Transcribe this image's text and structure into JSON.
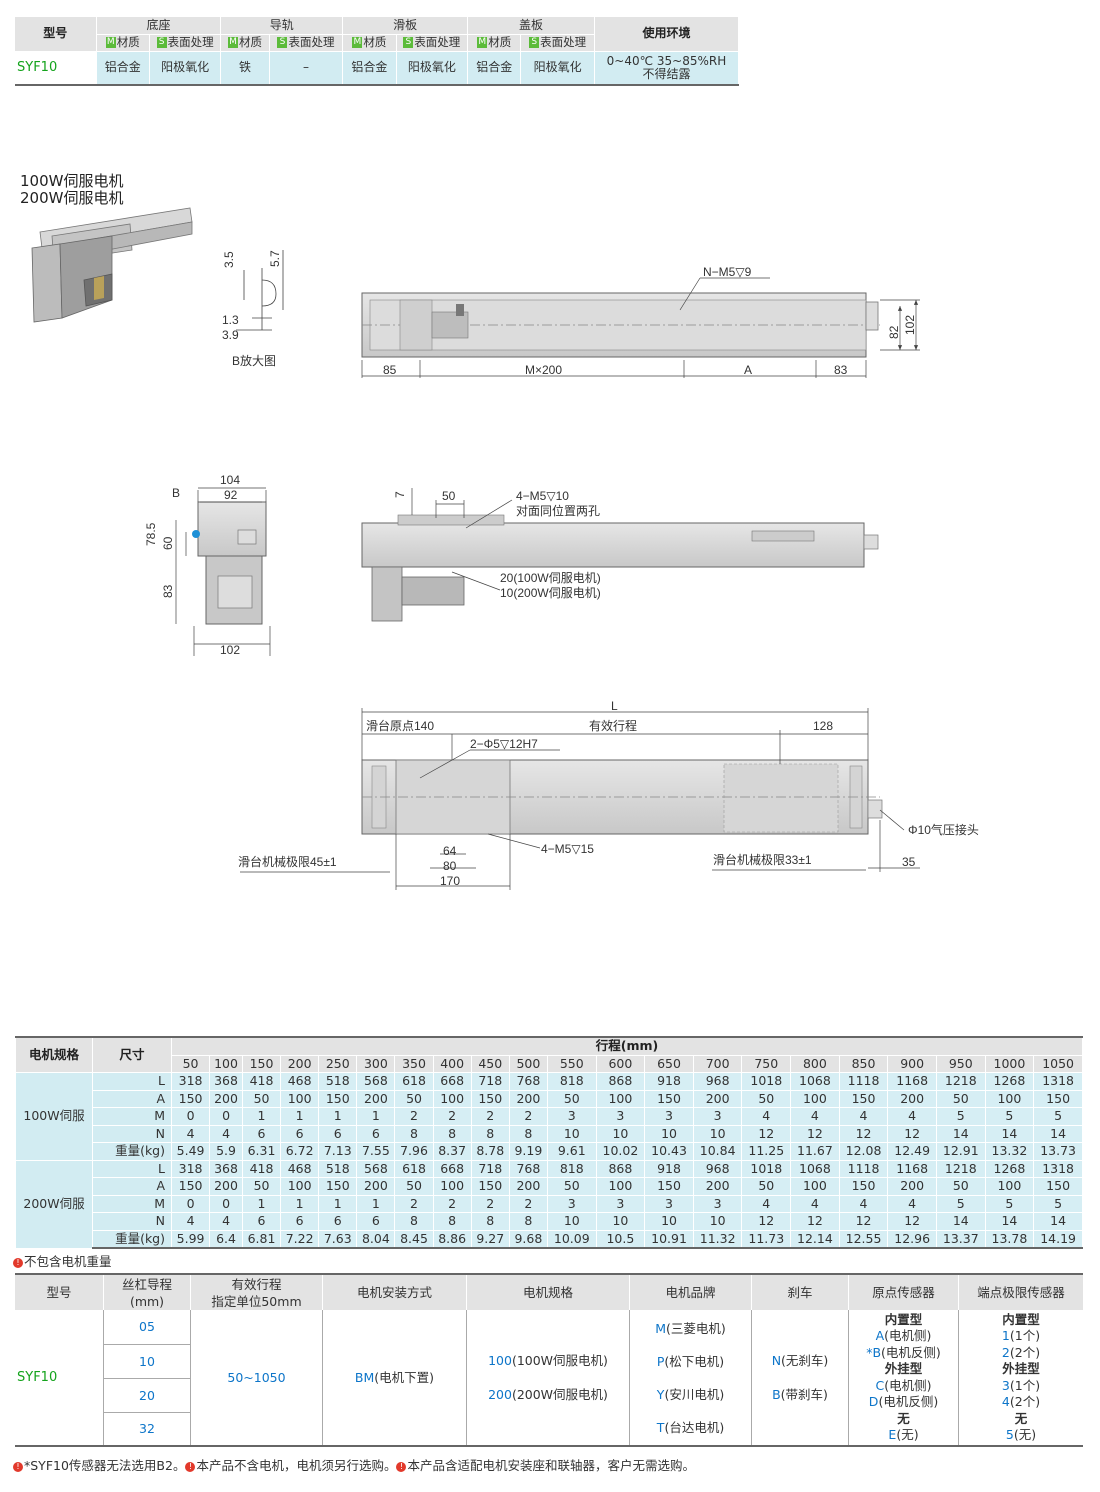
{
  "spec_table": {
    "h_model": "型号",
    "h_base": "底座",
    "h_rail": "导轨",
    "h_slider": "滑板",
    "h_cover": "盖板",
    "h_env": "使用环境",
    "tag_m": "M",
    "tag_s": "S",
    "sub_material": "材质",
    "sub_surface": "表面处理",
    "model": "SYF10",
    "base_material": "铝合金",
    "base_surface": "阳极氧化",
    "rail_material": "铁",
    "rail_surface": "–",
    "slider_material": "铝合金",
    "slider_surface": "阳极氧化",
    "cover_material": "铝合金",
    "cover_surface": "阳极氧化",
    "env_line1": "0~40℃  35~85%RH",
    "env_line2": "不得结露"
  },
  "drawing": {
    "motor_100": "100W伺服电机",
    "motor_200": "200W伺服电机",
    "b_zoom": "B放大图",
    "d_35": "3.5",
    "d_57": "5.7",
    "d_13": "1.3",
    "d_39": "3.9",
    "n_m5": "N−M5▽9",
    "d_82": "82",
    "d_102v": "102",
    "d_85": "85",
    "d_mx200": "M×200",
    "d_a": "A",
    "d_83": "83",
    "d_104": "104",
    "d_92": "92",
    "d_b": "B",
    "d_785": "78.5",
    "d_60": "60",
    "d_83v": "83",
    "d_102": "102",
    "d_7": "7",
    "d_50": "50",
    "m5_10": "4−M5▽10",
    "m5_10_note": "对面同位置两孔",
    "d_20": "20(100W伺服电机)",
    "d_10": "10(200W伺服电机)",
    "d_L": "L",
    "origin_140": "滑台原点140",
    "eff_stroke": "有效行程",
    "d_128": "128",
    "phi5": "2−Φ5▽12H7",
    "m5_15": "4−M5▽15",
    "d_64": "64",
    "d_80": "80",
    "d_170": "170",
    "limit_45": "滑台机械极限45±1",
    "limit_33": "滑台机械极限33±1",
    "d_35h": "35",
    "phi10": "Φ10气压接头"
  },
  "dim_table": {
    "h_motor": "电机规格",
    "h_size": "尺寸",
    "h_stroke": "行程(mm)",
    "strokes": [
      "50",
      "100",
      "150",
      "200",
      "250",
      "300",
      "350",
      "400",
      "450",
      "500",
      "550",
      "600",
      "650",
      "700",
      "750",
      "800",
      "850",
      "900",
      "950",
      "1000",
      "1050"
    ],
    "groups": [
      {
        "name": "100W伺服",
        "rows": [
          {
            "label": "L",
            "values": [
              "318",
              "368",
              "418",
              "468",
              "518",
              "568",
              "618",
              "668",
              "718",
              "768",
              "818",
              "868",
              "918",
              "968",
              "1018",
              "1068",
              "1118",
              "1168",
              "1218",
              "1268",
              "1318"
            ]
          },
          {
            "label": "A",
            "values": [
              "150",
              "200",
              "50",
              "100",
              "150",
              "200",
              "50",
              "100",
              "150",
              "200",
              "50",
              "100",
              "150",
              "200",
              "50",
              "100",
              "150",
              "200",
              "50",
              "100",
              "150"
            ]
          },
          {
            "label": "M",
            "values": [
              "0",
              "0",
              "1",
              "1",
              "1",
              "1",
              "2",
              "2",
              "2",
              "2",
              "3",
              "3",
              "3",
              "3",
              "4",
              "4",
              "4",
              "4",
              "5",
              "5",
              "5"
            ]
          },
          {
            "label": "N",
            "values": [
              "4",
              "4",
              "6",
              "6",
              "6",
              "6",
              "8",
              "8",
              "8",
              "8",
              "10",
              "10",
              "10",
              "10",
              "12",
              "12",
              "12",
              "12",
              "14",
              "14",
              "14"
            ]
          },
          {
            "label": "重量(kg)",
            "values": [
              "5.49",
              "5.9",
              "6.31",
              "6.72",
              "7.13",
              "7.55",
              "7.96",
              "8.37",
              "8.78",
              "9.19",
              "9.61",
              "10.02",
              "10.43",
              "10.84",
              "11.25",
              "11.67",
              "12.08",
              "12.49",
              "12.91",
              "13.32",
              "13.73"
            ]
          }
        ]
      },
      {
        "name": "200W伺服",
        "rows": [
          {
            "label": "L",
            "values": [
              "318",
              "368",
              "418",
              "468",
              "518",
              "568",
              "618",
              "668",
              "718",
              "768",
              "818",
              "868",
              "918",
              "968",
              "1018",
              "1068",
              "1118",
              "1168",
              "1218",
              "1268",
              "1318"
            ]
          },
          {
            "label": "A",
            "values": [
              "150",
              "200",
              "50",
              "100",
              "150",
              "200",
              "50",
              "100",
              "150",
              "200",
              "50",
              "100",
              "150",
              "200",
              "50",
              "100",
              "150",
              "200",
              "50",
              "100",
              "150"
            ]
          },
          {
            "label": "M",
            "values": [
              "0",
              "0",
              "1",
              "1",
              "1",
              "1",
              "2",
              "2",
              "2",
              "2",
              "3",
              "3",
              "3",
              "3",
              "4",
              "4",
              "4",
              "4",
              "5",
              "5",
              "5"
            ]
          },
          {
            "label": "N",
            "values": [
              "4",
              "4",
              "6",
              "6",
              "6",
              "6",
              "8",
              "8",
              "8",
              "8",
              "10",
              "10",
              "10",
              "10",
              "12",
              "12",
              "12",
              "12",
              "14",
              "14",
              "14"
            ]
          },
          {
            "label": "重量(kg)",
            "values": [
              "5.99",
              "6.4",
              "6.81",
              "7.22",
              "7.63",
              "8.04",
              "8.45",
              "8.86",
              "9.27",
              "9.68",
              "10.09",
              "10.5",
              "10.91",
              "11.32",
              "11.73",
              "12.14",
              "12.55",
              "12.96",
              "13.37",
              "13.78",
              "14.19"
            ]
          }
        ]
      }
    ],
    "note": "不包含电机重量"
  },
  "order_table": {
    "h_model": "型号",
    "h_lead": "丝杠导程",
    "h_lead_unit": "(mm)",
    "h_stroke": "有效行程",
    "h_stroke_unit": "指定单位50mm",
    "h_mount": "电机安装方式",
    "h_spec": "电机规格",
    "h_brand": "电机品牌",
    "h_brake": "刹车",
    "h_origin": "原点传感器",
    "h_limit": "端点极限传感器",
    "model": "SYF10",
    "leads": [
      "05",
      "10",
      "20",
      "32"
    ],
    "stroke": "50~1050",
    "mount_code": "BM",
    "mount_text": "(电机下置)",
    "spec": [
      {
        "code": "100",
        "text": "(100W伺服电机)"
      },
      {
        "code": "200",
        "text": "(200W伺服电机)"
      }
    ],
    "brands": [
      {
        "code": "M",
        "text": "(三菱电机)"
      },
      {
        "code": "P",
        "text": "(松下电机)"
      },
      {
        "code": "Y",
        "text": "(安川电机)"
      },
      {
        "code": "T",
        "text": "(台达电机)"
      }
    ],
    "brakes": [
      {
        "code": "N",
        "text": "(无刹车)"
      },
      {
        "code": "B",
        "text": "(带刹车)"
      }
    ],
    "origin": {
      "builtin": "内置型",
      "a_code": "A",
      "a_text": "(电机侧)",
      "b_code": "*B",
      "b_text": "(电机反侧)",
      "external": "外挂型",
      "c_code": "C",
      "c_text": "(电机侧)",
      "d_code": "D",
      "d_text": "(电机反侧)",
      "none": "无",
      "e_code": "E",
      "e_text": "(无)"
    },
    "limit": {
      "builtin": "内置型",
      "c1": "1",
      "t1": "(1个)",
      "c2": "2",
      "t2": "(2个)",
      "external": "外挂型",
      "c3": "3",
      "t3": "(1个)",
      "c4": "4",
      "t4": "(2个)",
      "none": "无",
      "c5": "5",
      "t5": "(无)"
    },
    "footnote_1": "*SYF10传感器无法选用B2。",
    "footnote_2": "本产品不含电机，电机须另行选购。",
    "footnote_3": "本产品含适配电机安装座和联轴器，客户无需选购。"
  }
}
